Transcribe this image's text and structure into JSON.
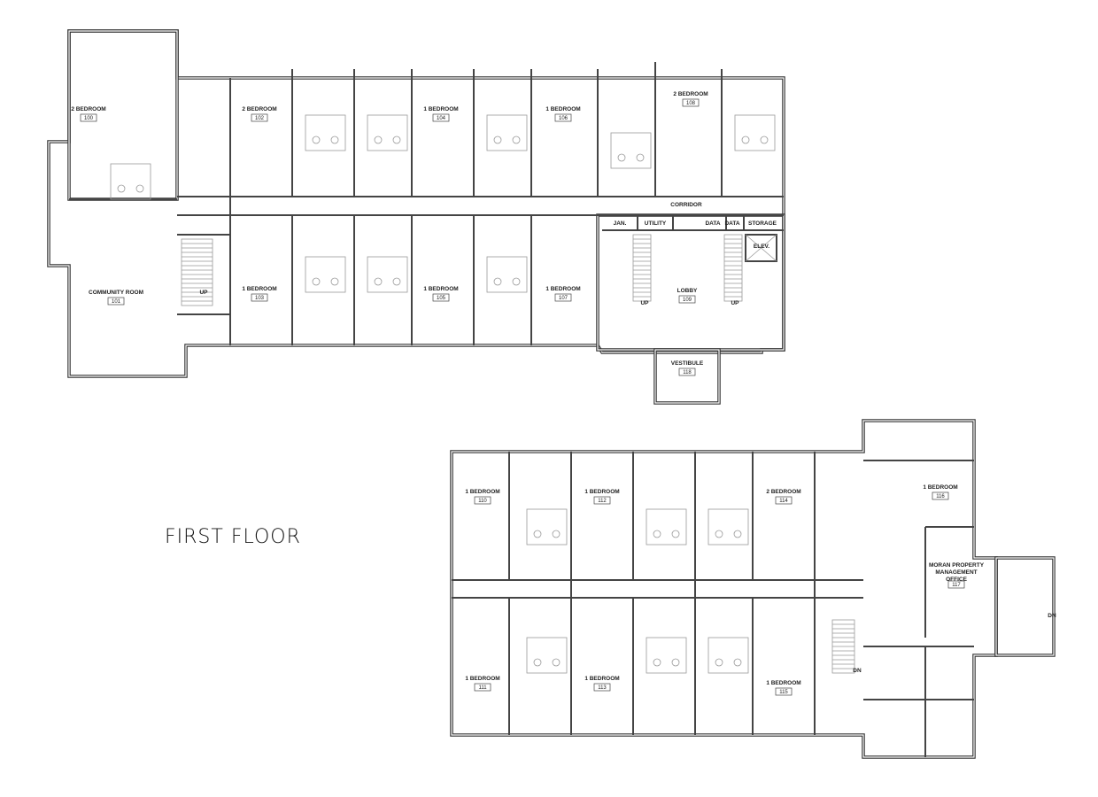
{
  "title": "FIRST FLOOR",
  "rooms": [
    {
      "name": "2 BEDROOM",
      "number": "100"
    },
    {
      "name": "2 BEDROOM",
      "number": "102"
    },
    {
      "name": "1 BEDROOM",
      "number": "104"
    },
    {
      "name": "1 BEDROOM",
      "number": "106"
    },
    {
      "name": "2 BEDROOM",
      "number": "108"
    },
    {
      "name": "COMMUNITY ROOM",
      "number": "101"
    },
    {
      "name": "1 BEDROOM",
      "number": "103"
    },
    {
      "name": "1 BEDROOM",
      "number": "105"
    },
    {
      "name": "1 BEDROOM",
      "number": "107"
    },
    {
      "name": "LOBBY",
      "number": "109"
    },
    {
      "name": "VESTIBULE",
      "number": "118"
    },
    {
      "name": "1 BEDROOM",
      "number": "110"
    },
    {
      "name": "1 BEDROOM",
      "number": "112"
    },
    {
      "name": "2 BEDROOM",
      "number": "114"
    },
    {
      "name": "1 BEDROOM",
      "number": "116"
    },
    {
      "name": "MORAN PROPERTY MANAGEMENT OFFICE",
      "number": "117"
    },
    {
      "name": "1 BEDROOM",
      "number": "111"
    },
    {
      "name": "1 BEDROOM",
      "number": "113"
    },
    {
      "name": "1 BEDROOM",
      "number": "115"
    }
  ],
  "small_labels": [
    "CORRIDOR",
    "JAN.",
    "UTILITY",
    "DATA",
    "DATA",
    "STORAGE",
    "ELEV.",
    "UP",
    "UP",
    "UP",
    "DN",
    "DN"
  ]
}
